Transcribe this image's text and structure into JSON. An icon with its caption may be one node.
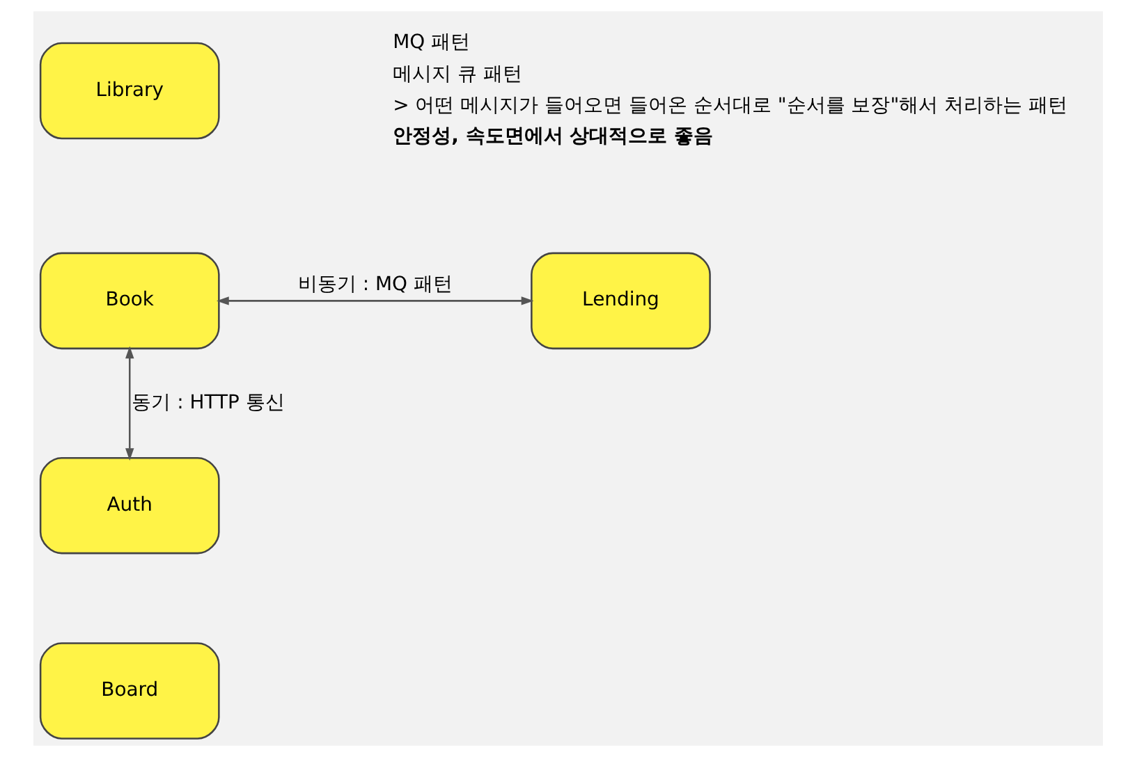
{
  "diagram": {
    "nodes": [
      {
        "text": [
          "Library"
        ]
      },
      {
        "text": [
          "Book"
        ]
      },
      {
        "text": [
          "Lending"
        ]
      },
      {
        "text": [
          "Auth"
        ]
      },
      {
        "text": [
          "Board"
        ]
      }
    ],
    "edges": [
      {
        "from": 2,
        "to": 1,
        "arrow": "both",
        "label": "비동기 : MQ 패턴"
      },
      {
        "from": 1,
        "to": 3,
        "arrow": "both",
        "label": "동기 : HTTP 통신"
      }
    ],
    "labels": [
      "MQ 패턴",
      "메시지 큐 패턴",
      "> 어떤 메시지가 들어오면 들어온 순서대로 \"순서를 보장\"해서 처리하는 패턴",
      "안정성, 속도면에서 상대적으로 좋음"
    ]
  }
}
